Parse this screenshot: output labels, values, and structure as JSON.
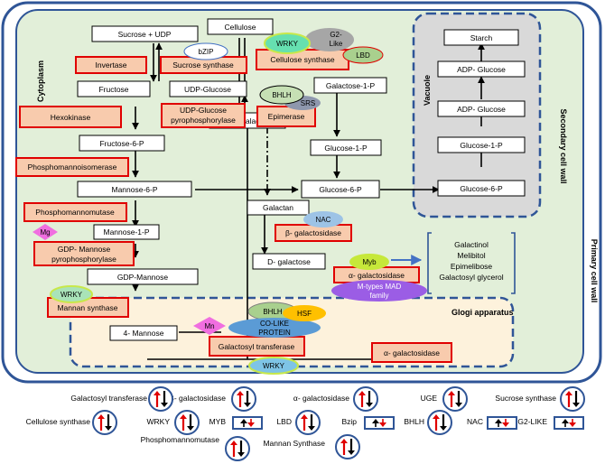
{
  "labels": {
    "cytoplasm": "Cytoplasm",
    "vacuole": "Vacuole",
    "secondary_wall": "Secondary cell wall",
    "primary_wall": "Primary cell wall",
    "golgi": "Glogi apparatus"
  },
  "metabolites": {
    "sucrose_udp": "Sucrose + UDP",
    "cellulose": "Cellulose",
    "fructose": "Fructose",
    "udp_glucose": "UDP-Glucose",
    "galactose_1p": "Galactose-1-P",
    "fructose_6p": "Fructose-6-P",
    "udp_galactose": "UDP-Galactose",
    "glucose_1p": "Glucose-1-P",
    "mannose_6p": "Mannose-6-P",
    "glucose_6p": "Glucose-6-P",
    "galactan": "Galactan",
    "mannose_1p": "Mannose-1-P",
    "d_galactose": "D- galactose",
    "gdp_mannose": "GDP-Mannose",
    "four_mannose": "4- Mannose",
    "starch": "Starch",
    "adp_glucose_1": "ADP- Glucose",
    "adp_glucose_2": "ADP- Glucose",
    "v_glucose_1p": "Glucose-1-P",
    "v_glucose_6p": "Glucose-6-P"
  },
  "enzymes": {
    "invertase": "Invertase",
    "sucrose_synthase": "Sucrose synthase",
    "cellulose_synthase": "Cellulose synthase",
    "hexokinase": "Hexokinase",
    "udp_glc_ppase_1": "UDP-Glucose",
    "udp_glc_ppase_2": "pyrophosphorylase",
    "epimerase": "Epimerase",
    "phosphomannoisomerase": "Phosphomannoisomerase",
    "phosphomannomutase": "Phosphomannomutase",
    "gdp_mannose_ppase_1": "GDP- Mannose",
    "gdp_mannose_ppase_2": "pyrophosphorylase",
    "b_galactosidase": "β- galactosidase",
    "a_galactosidase": "α- galactosidase",
    "mannan_synthase": "Mannan synthase",
    "galactosyl_transferase": "Galactosyl transferase",
    "a_galactosidase_2": "α- galactosidase"
  },
  "regulators": {
    "bzip": "bZIP",
    "wrky_top": "WRKY",
    "g2_like_1": "G2-",
    "g2_like_2": "Like",
    "lbd": "LBD",
    "bhlh_top": "BHLH",
    "srs": "SRS",
    "nac": "NAC",
    "mg": "Mg",
    "myb": "Myb",
    "mads_1": "M-types MAD",
    "mads_2": "family",
    "wrky_left": "WRKY",
    "bhlh_golgi": "BHLH",
    "hsf": "HSF",
    "mn": "Mn",
    "colike_1": "CO-LIKE",
    "colike_2": "PROTEIN",
    "wrky_bottom": "WRKY"
  },
  "products": {
    "galactinol": "Galactinol",
    "melibitol": "Melibitol",
    "epimelibose": "Epimelibose",
    "galactosyl_glycerol": "Galactosyl glycerol"
  },
  "legend": {
    "galactosyl_transferase": "Galactosyl transferase",
    "b_galactosidase": "B- galactosidase",
    "a_galactosidase": "α- galactosidase",
    "uge": "UGE",
    "sucrose_synthase": "Sucrose synthase",
    "cellulose_synthase": "Cellulose synthase",
    "wrky": "WRKY",
    "myb": "MYB",
    "lbd": "LBD",
    "bzip": "Bzip",
    "bhlh": "BHLH",
    "nac": "NAC",
    "g2_like": "G2-LIKE",
    "phosphomannomutase": "Phosphomannomutase",
    "mannan_synthase": "Mannan Synthase"
  },
  "colors": {
    "wall_blue": "#2f5597",
    "cytoplasm_fill": "#e2efd9",
    "vacuole_fill": "#d9d9d9",
    "golgi_fill": "#fdf2dc",
    "enzyme_fill": "#f8cbad",
    "enzyme_border": "#e00000",
    "up_arrow": "#e00000",
    "down_arrow": "#000000"
  }
}
